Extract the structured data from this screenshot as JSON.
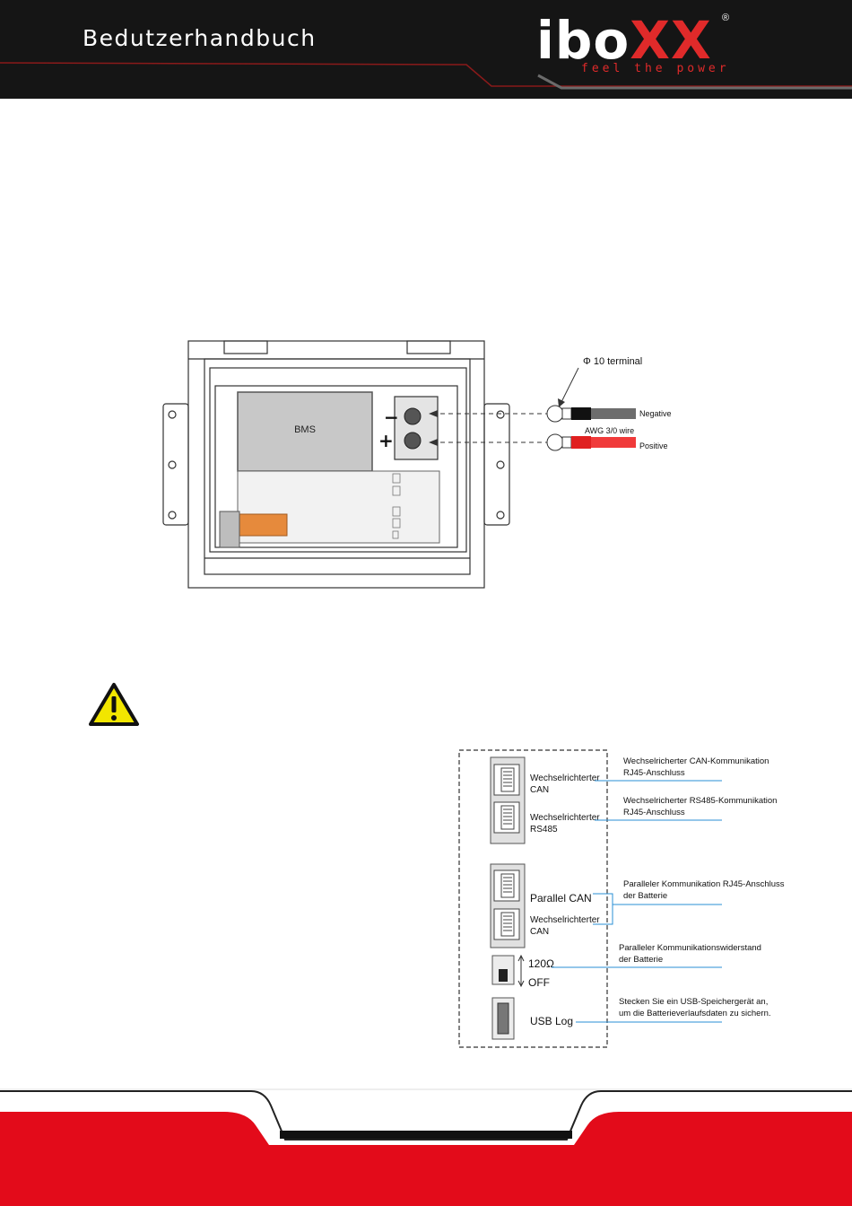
{
  "header": {
    "title": "Bedutzerhandbuch",
    "logo": {
      "prefix": "ibo",
      "accent": "XX",
      "registered": "®",
      "tagline": "feel the power"
    }
  },
  "colors": {
    "brand_red": "#e02a2a",
    "header_bg": "#151515",
    "footer_red": "#e30b1a",
    "cable_negative": "#6d6d6d",
    "cable_positive": "#f03a3a"
  },
  "battery_diagram": {
    "bms_label": "BMS",
    "minus": "−",
    "plus": "+",
    "terminal_label": "Φ 10 terminal",
    "negative_label": "Negative",
    "wire_label": "AWG 3/0 wire",
    "positive_label": "Positive"
  },
  "warning_icon": "warning-triangle-icon",
  "port_panel": {
    "ports": [
      {
        "label_line1": "Wechselrichterter",
        "label_line2": "CAN"
      },
      {
        "label_line1": "Wechselrichterter",
        "label_line2": "RS485"
      },
      {
        "label_line1": "Parallel CAN",
        "label_line2": ""
      },
      {
        "label_line1": "Wechselrichterter",
        "label_line2": "CAN"
      }
    ],
    "switch_on": "120Ω",
    "switch_off": "OFF",
    "usb_label": "USB Log",
    "callouts": [
      {
        "line1": "Wechselricherter CAN-Kommunikation",
        "line2": "RJ45-Anschluss"
      },
      {
        "line1": "Wechselricherter RS485-Kommunikation",
        "line2": "RJ45-Anschluss"
      },
      {
        "line1": "Paralleler Kommunikation RJ45-Anschluss",
        "line2": "der Batterie"
      },
      {
        "line1": "Paralleler Kommunikationswiderstand",
        "line2": "der Batterie"
      },
      {
        "line1": "Stecken Sie ein USB-Speichergerät an,",
        "line2": "um die Batterieverlaufsdaten zu sichern."
      }
    ]
  }
}
